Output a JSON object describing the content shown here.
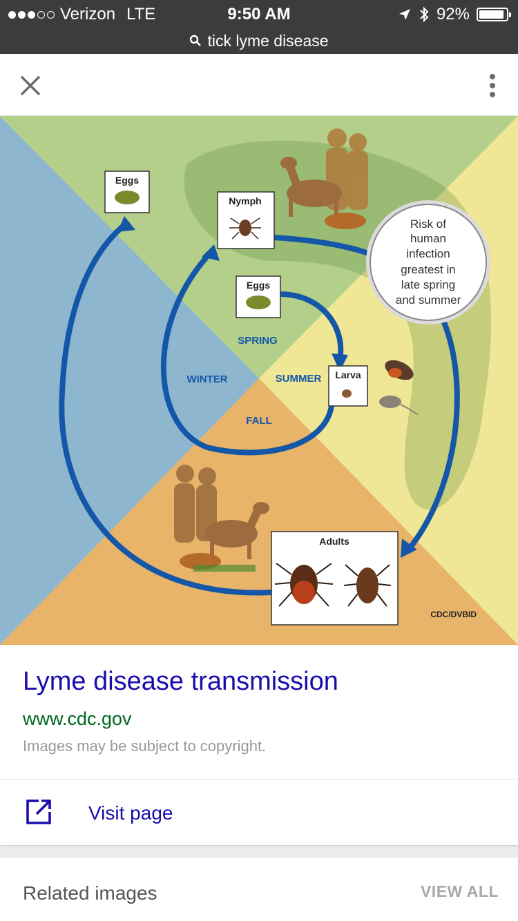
{
  "status": {
    "carrier": "Verizon",
    "network": "LTE",
    "time": "9:50 AM",
    "battery": "92%",
    "battery_level": 0.92
  },
  "url_bar": {
    "query": "tick lyme disease"
  },
  "toolbar": {
    "close_icon": "close-icon",
    "menu_icon": "more-vert-icon"
  },
  "image": {
    "labels": {
      "eggs_top": "Eggs",
      "nymph": "Nymph",
      "eggs_center": "Eggs",
      "spring": "SPRING",
      "winter": "WINTER",
      "summer": "SUMMER",
      "fall": "FALL",
      "larva": "Larva",
      "adults": "Adults",
      "risk_line1": "Risk of",
      "risk_line2": "human",
      "risk_line3": "infection",
      "risk_line4": "greatest in",
      "risk_line5": "late spring",
      "risk_line6": "and summer",
      "credit": "CDC/DVBID"
    },
    "colors": {
      "winter": "#8fb6cf",
      "spring": "#b3cf8a",
      "summer": "#efe696",
      "fall": "#e8b46a",
      "arrow": "#1457a8"
    }
  },
  "result": {
    "title": "Lyme disease transmission",
    "url": "www.cdc.gov",
    "note": "Images may be subject to copyright.",
    "visit_label": "Visit page"
  },
  "related": {
    "title": "Related images",
    "view_all": "VIEW ALL"
  }
}
